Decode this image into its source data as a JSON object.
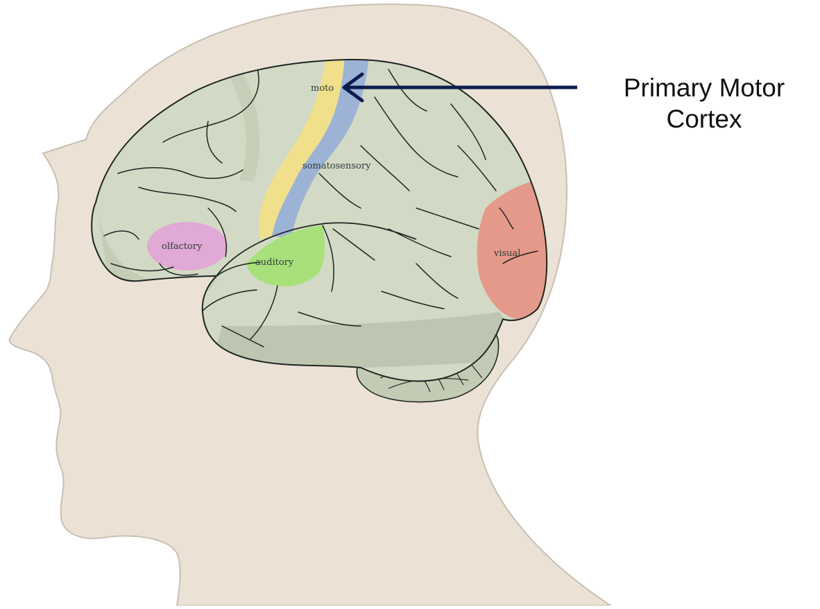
{
  "diagram": {
    "regions": {
      "motor": "moto",
      "somatosensory": "somatosensory",
      "olfactory": "olfactory",
      "auditory": "auditory",
      "visual": "visual"
    },
    "callout": {
      "line1": "Primary Motor",
      "line2": "Cortex"
    }
  },
  "colors": {
    "background": "#ffffff",
    "head_skin": "#ebe2d5",
    "head_outline": "#c8bfb2",
    "brain_fill": "#d2dac5",
    "brain_shadow": "#b9c1ab",
    "cerebellum_fill": "#c3cbb4",
    "motor_strip": "#f0e08c",
    "somatosensory_strip": "#9db3d6",
    "olfactory_area": "#e2a6d6",
    "auditory_area": "#a8e07a",
    "visual_area": "#e5998a",
    "arrow": "#0c1d4d",
    "sulcus_line": "#1d2420"
  },
  "icons": {
    "pointer": "arrow-left-icon"
  }
}
